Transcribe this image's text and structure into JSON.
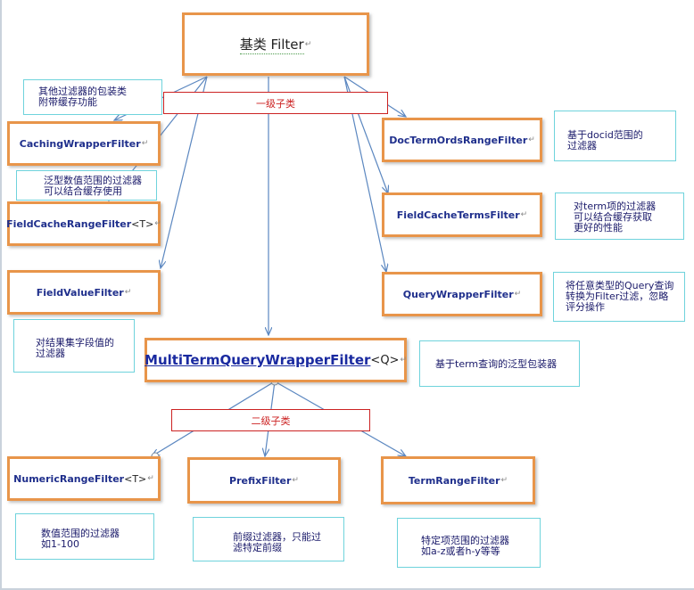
{
  "diagram": {
    "root": {
      "label": "基类 Filter",
      "mark": "↵"
    },
    "level_labels": {
      "first": "一级子类",
      "second": "二级子类"
    },
    "nodes": {
      "caching": {
        "label": "CachingWrapperFilter",
        "generic": "",
        "mark": "↵"
      },
      "docterm": {
        "label": "DocTermOrdsRangeFilter",
        "generic": "",
        "mark": "↵"
      },
      "fieldcacherange": {
        "label": "FieldCacheRangeFilter",
        "generic": "<T>",
        "mark": "↵"
      },
      "fieldcacheterms": {
        "label": "FieldCacheTermsFilter",
        "generic": "",
        "mark": "↵"
      },
      "fieldvalue": {
        "label": "FieldValueFilter",
        "generic": "",
        "mark": "↵"
      },
      "querywrapper": {
        "label": "QueryWrapperFilter",
        "generic": "",
        "mark": "↵"
      },
      "multiterm": {
        "label": "MultiTermQueryWrapperFilter",
        "generic": "<Q>",
        "mark": "↵"
      },
      "numericrange": {
        "label": "NumericRangeFilter",
        "generic": "<T>",
        "mark": "↵"
      },
      "prefix": {
        "label": "PrefixFilter",
        "generic": "",
        "mark": "↵"
      },
      "termrange": {
        "label": "TermRangeFilter",
        "generic": "",
        "mark": "↵"
      }
    },
    "notes": {
      "caching": [
        "其他过滤器的包装类",
        "附带缓存功能"
      ],
      "docterm": [
        "基于docid范围的",
        "过滤器"
      ],
      "fieldcacherange": [
        "泛型数值范围的过滤器",
        "可以结合缓存使用"
      ],
      "fieldcacheterms": [
        "对term项的过滤器",
        "可以结合缓存获取",
        "更好的性能"
      ],
      "fieldvalue": [
        "对结果集字段值的",
        "过滤器"
      ],
      "querywrapper": [
        "将任意类型的Query查询",
        "转换为Filter过滤，忽略",
        "评分操作"
      ],
      "multiterm": [
        "基于term查询的泛型包装器"
      ],
      "numericrange": [
        "数值范围的过滤器",
        "如1-100"
      ],
      "prefix": [
        "前缀过滤器，只能过",
        "滤特定前缀"
      ],
      "termrange": [
        "特定项范围的过滤器",
        "如a-z或者h-y等等"
      ]
    },
    "colors": {
      "node_border": "#e8954a",
      "arrow": "#5b87c0",
      "note_border": "#6fd3dc",
      "level_border": "#cc2222"
    }
  }
}
